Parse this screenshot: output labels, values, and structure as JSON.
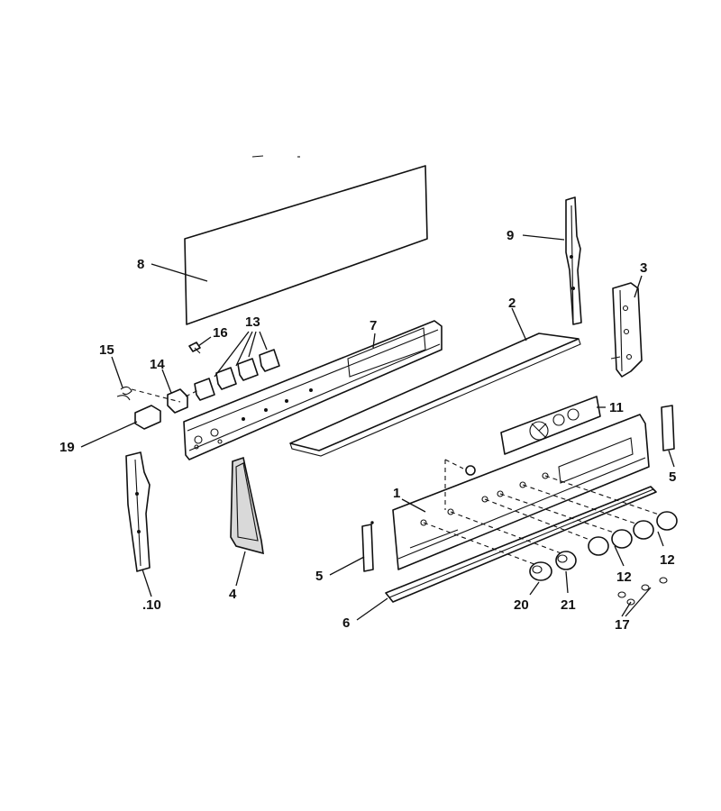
{
  "diagram": {
    "callouts": {
      "c1": "1",
      "c2": "2",
      "c3": "3",
      "c4": "4",
      "c5a": "5",
      "c5b": "5",
      "c6": "6",
      "c7": "7",
      "c8": "8",
      "c9": "9",
      "c10": ".10",
      "c11": "11",
      "c12a": "12",
      "c12b": "12",
      "c13": "13",
      "c14": "14",
      "c15": "15",
      "c16": "16",
      "c17": "17",
      "c19": "19",
      "c20": "20",
      "c21": "21"
    }
  }
}
